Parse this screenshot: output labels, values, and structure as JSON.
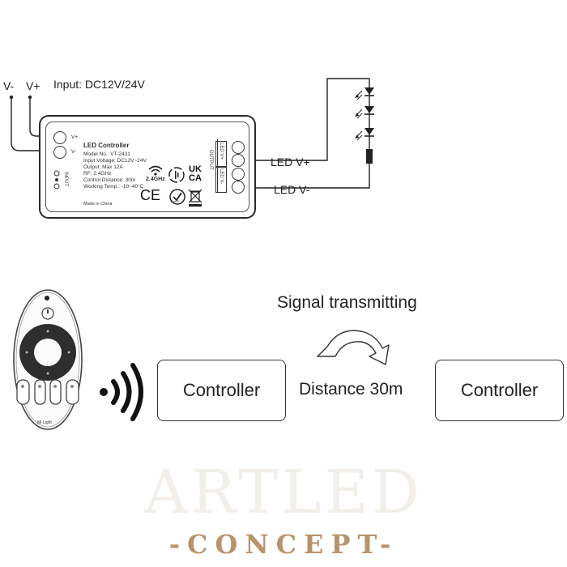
{
  "wiring": {
    "v_minus": "V-",
    "v_plus": "V+",
    "input_label": "Input: DC12V/24V",
    "led_v_plus": "LED V+",
    "led_v_minus": "LED V-"
  },
  "controller_device": {
    "terminal_vplus": "V+",
    "terminal_vminus": "V-",
    "input_vertical": "INPUT",
    "output_vertical": "OUTPUT",
    "out_led_vplus": "LED V+",
    "out_led_vminus": "LED V-",
    "title": "LED Controller",
    "specs": [
      "Model No.: VT-2431",
      "Input Voltage: DC12V~24V",
      "Output: Max 12A",
      "RF: 2.4GHz",
      "Control Distance: 30m",
      "Working Temp.: -10~40°C"
    ],
    "rf_badge": "2.4GHz",
    "ukca": [
      "UK",
      "CA"
    ],
    "ce": "CE",
    "rohs": "RoHS",
    "made_in": "Made in China"
  },
  "signal": {
    "title": "Signal transmitting",
    "controller_left": "Controller",
    "distance": "Distance 30m",
    "controller_right": "Controller"
  },
  "remote": {
    "brand": "Mi·Light"
  },
  "watermark": {
    "main": "ARTLED",
    "sub": "-CONCEPT-"
  }
}
